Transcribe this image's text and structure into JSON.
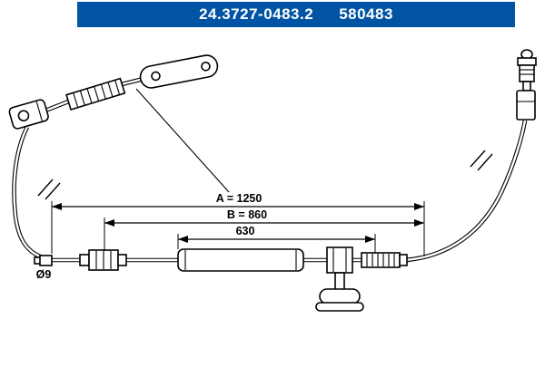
{
  "header": {
    "part_number": "24.3727-0483.2",
    "catalog_number": "580483",
    "bar_color": "#0054a3",
    "text_color": "#ffffff"
  },
  "diagram": {
    "line_color": "#000000",
    "background": "#ffffff",
    "labels": {
      "dimension_a": "A = 1250",
      "dimension_b": "B = 860",
      "dimension_sleeve": "630",
      "diameter": "Ø9"
    }
  }
}
